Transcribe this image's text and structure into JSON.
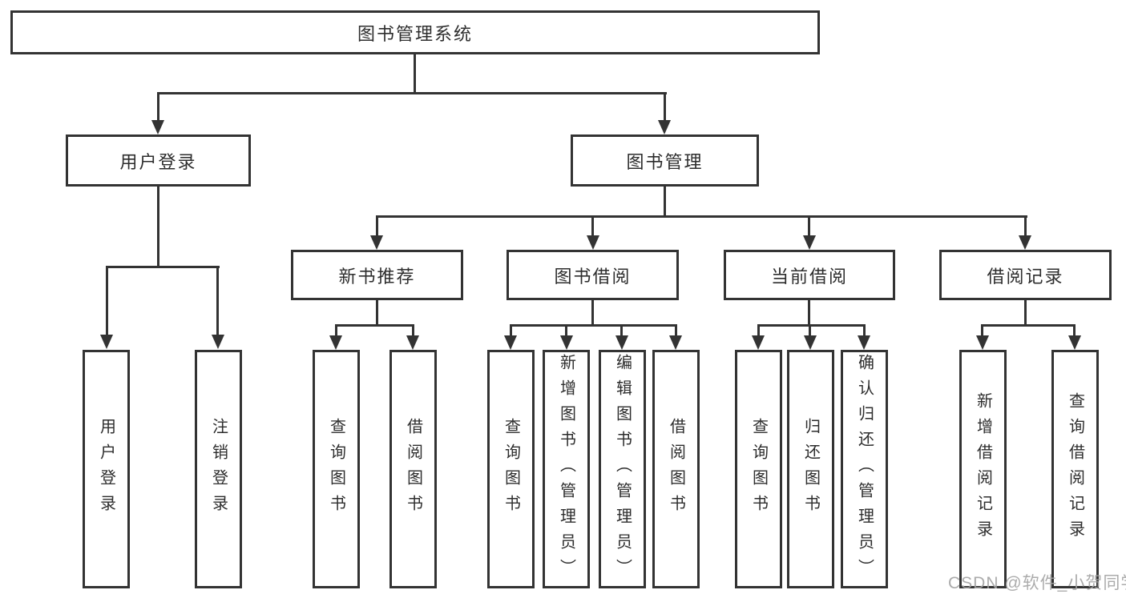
{
  "diagram": {
    "title": "图书管理系统",
    "root": {
      "label": "图书管理系统"
    },
    "level2": [
      {
        "label": "用户登录"
      },
      {
        "label": "图书管理"
      }
    ],
    "level3": [
      {
        "label": "新书推荐"
      },
      {
        "label": "图书借阅"
      },
      {
        "label": "当前借阅"
      },
      {
        "label": "借阅记录"
      }
    ],
    "leaves": [
      {
        "label": "用户登录",
        "parent": "用户登录"
      },
      {
        "label": "注销登录",
        "parent": "用户登录"
      },
      {
        "label": "查询图书",
        "parent": "新书推荐"
      },
      {
        "label": "借阅图书",
        "parent": "新书推荐"
      },
      {
        "label": "查询图书",
        "parent": "图书借阅"
      },
      {
        "label": "新增图书（管理员）",
        "parent": "图书借阅"
      },
      {
        "label": "编辑图书（管理员）",
        "parent": "图书借阅"
      },
      {
        "label": "借阅图书",
        "parent": "图书借阅"
      },
      {
        "label": "查询图书",
        "parent": "当前借阅"
      },
      {
        "label": "归还图书",
        "parent": "当前借阅"
      },
      {
        "label": "确认归还（管理员）",
        "parent": "当前借阅"
      },
      {
        "label": "新增借阅记录",
        "parent": "借阅记录"
      },
      {
        "label": "查询借阅记录",
        "parent": "借阅记录"
      }
    ],
    "colors": {
      "line": "#333333",
      "text": "#2d2d2d",
      "background": "#ffffff",
      "watermark_color": "#a3a3a3"
    }
  },
  "watermark": "CSDN @软件_小贺同学"
}
